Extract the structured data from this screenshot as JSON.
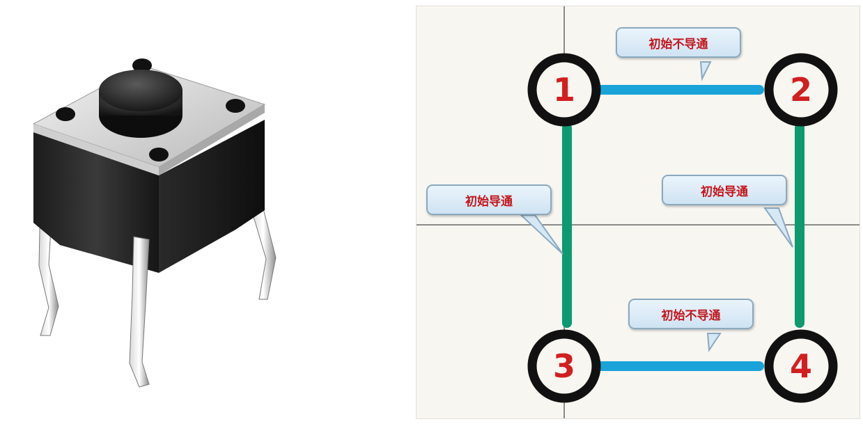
{
  "diagram": {
    "pins": [
      {
        "id": 1,
        "label": "1"
      },
      {
        "id": 2,
        "label": "2"
      },
      {
        "id": 3,
        "label": "3"
      },
      {
        "id": 4,
        "label": "4"
      }
    ],
    "labels": {
      "top": "初始不导通",
      "bottom": "初始不导通",
      "left": "初始导通",
      "right": "初始导通"
    },
    "colors": {
      "non_conducting": "#1aa3d9",
      "conducting": "#0c9a6e",
      "pin_ring": "#111111",
      "pin_number": "#d11f1f",
      "label_text": "#c4161c"
    }
  }
}
